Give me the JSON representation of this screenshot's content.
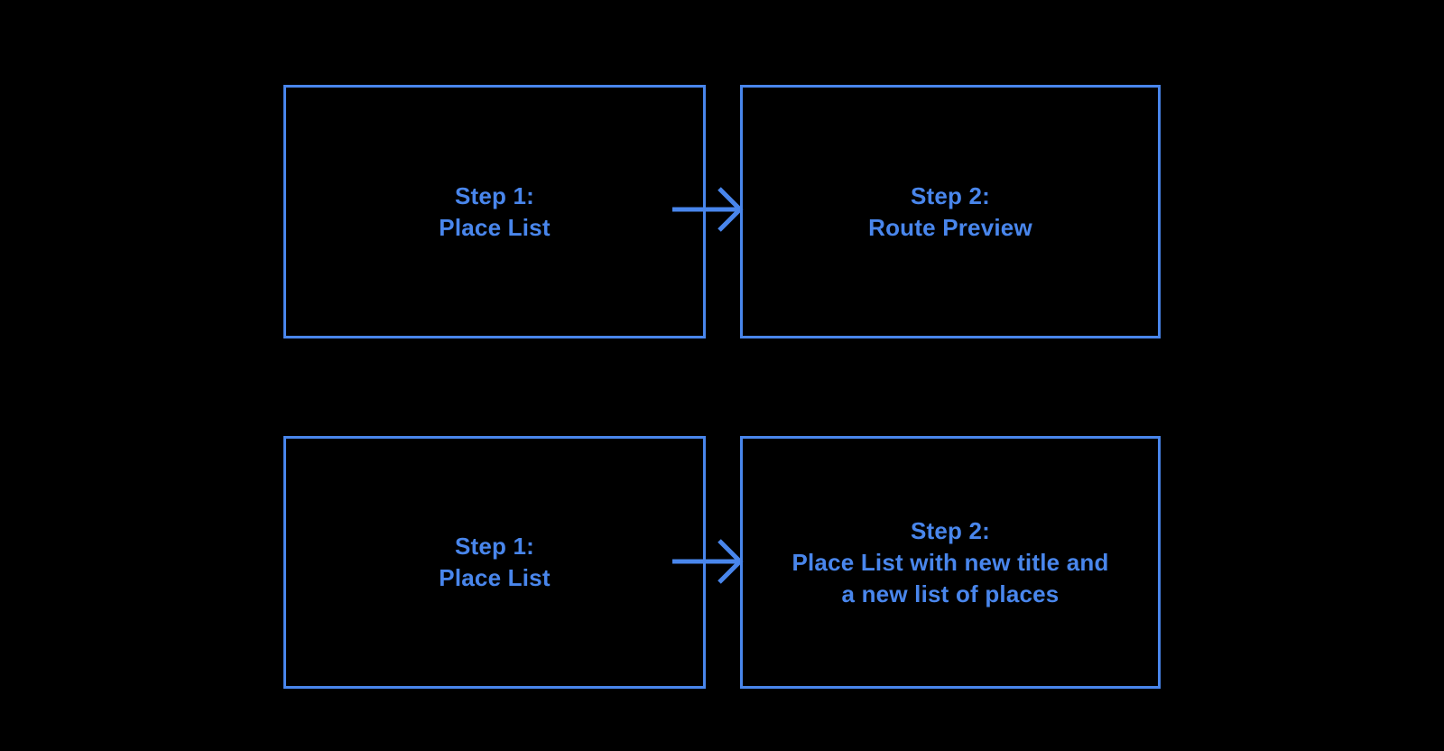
{
  "canvas": {
    "background": "#000000",
    "accent": "#4986EC"
  },
  "diagram": {
    "rows": [
      {
        "source": {
          "label": "Step 1:\nPlace List"
        },
        "arrow": {
          "type": "right-arrow"
        },
        "target": {
          "label": "Step 2:\nRoute Preview"
        }
      },
      {
        "source": {
          "label": "Step 1:\nPlace List"
        },
        "arrow": {
          "type": "right-arrow"
        },
        "target": {
          "label": "Step 2:\nPlace List with new title and\na new list of places"
        }
      }
    ]
  }
}
